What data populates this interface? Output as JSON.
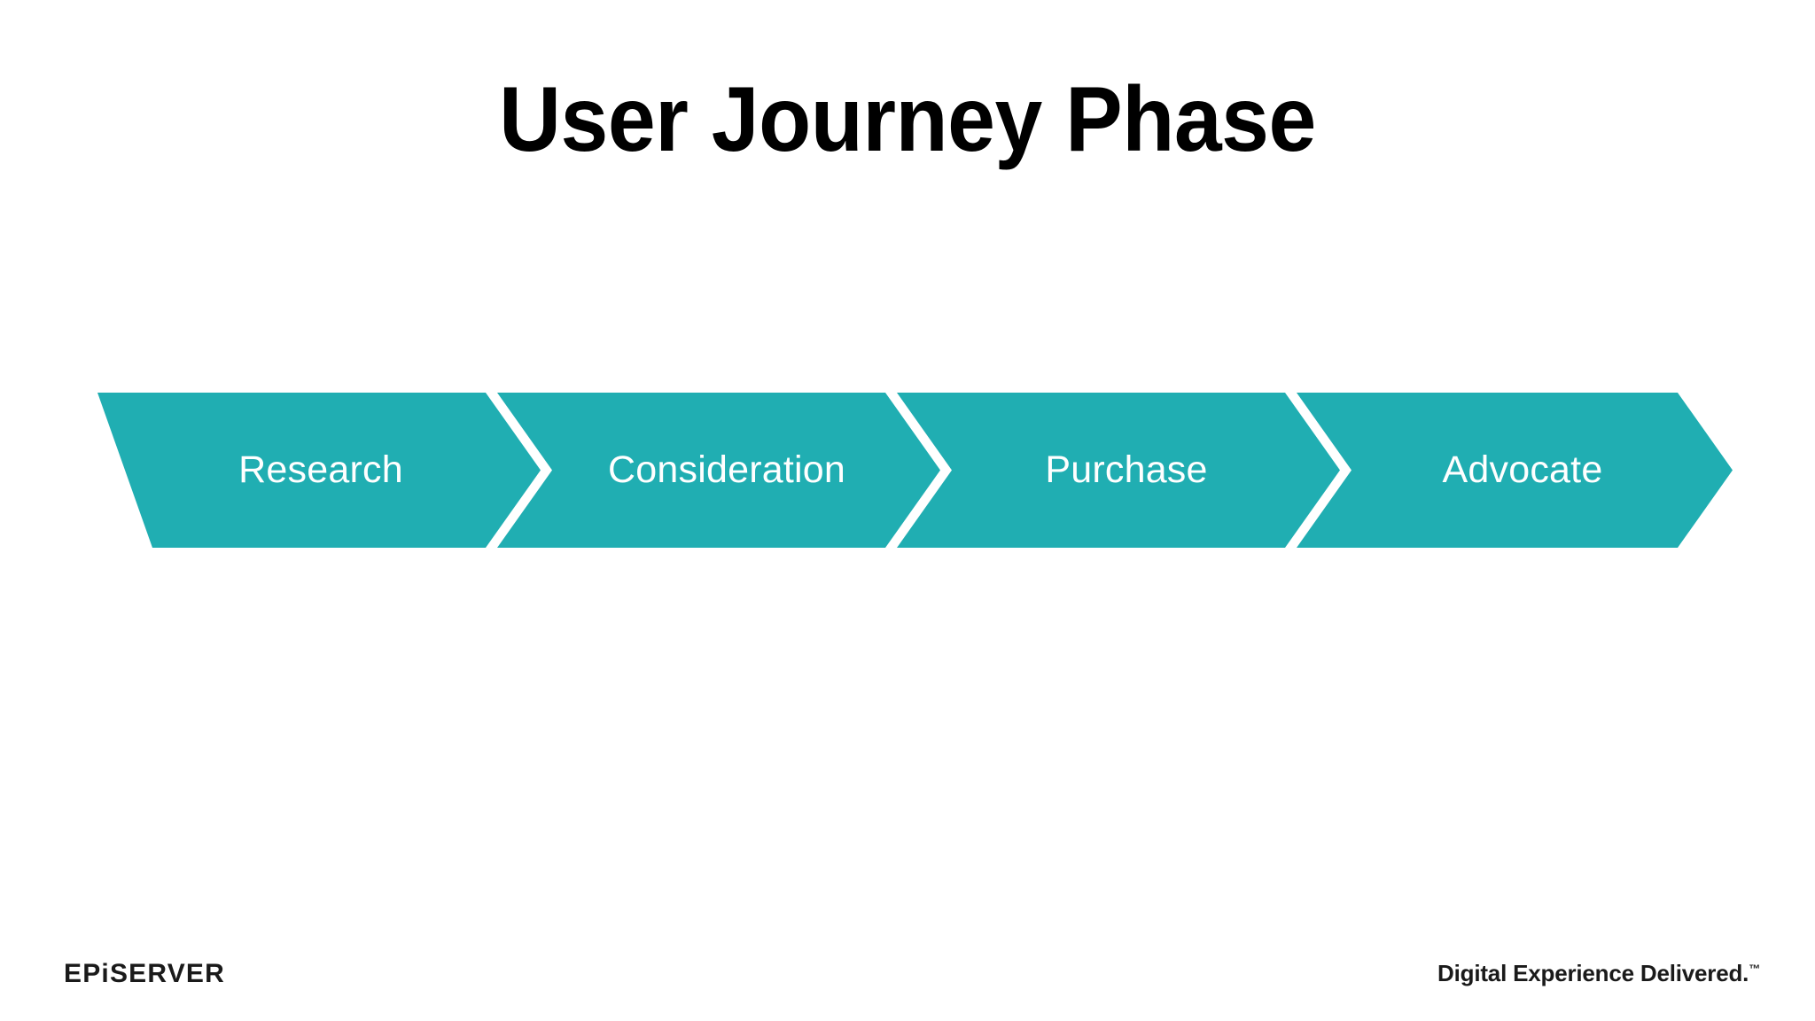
{
  "slide": {
    "background_color": "#FFFFFF",
    "title": "User Journey Phase",
    "title_color": "#000000"
  },
  "flow": {
    "accent_color": "#20AEB2",
    "label_color": "#FFFFFF",
    "steps": [
      {
        "label": "Research"
      },
      {
        "label": "Consideration"
      },
      {
        "label": "Purchase"
      },
      {
        "label": "Advocate"
      }
    ]
  },
  "footer": {
    "logo": "EPiSERVER",
    "tagline": "Digital Experience Delivered.",
    "tagline_mark": "™"
  }
}
